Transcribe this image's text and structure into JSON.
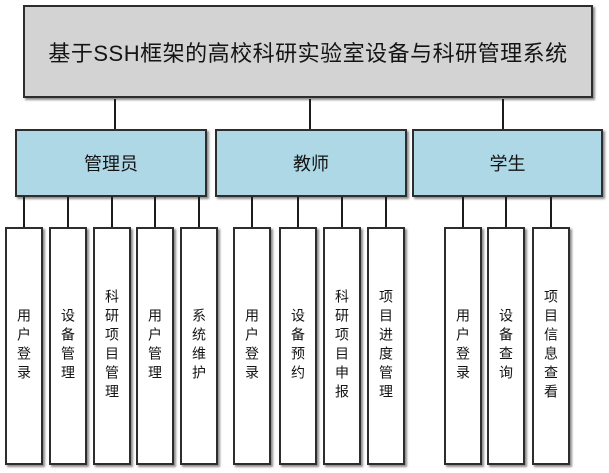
{
  "diagram": {
    "title": "基于SSH框架的高校科研实验室设备与科研管理系统",
    "roles": [
      {
        "label": "管理员",
        "leaves": [
          {
            "label": "用户登录"
          },
          {
            "label": "设备管理"
          },
          {
            "label": "科研项目管理"
          },
          {
            "label": "用户管理"
          },
          {
            "label": "系统维护"
          }
        ]
      },
      {
        "label": "教师",
        "leaves": [
          {
            "label": "用户登录"
          },
          {
            "label": "设备预约"
          },
          {
            "label": "科研项目申报"
          },
          {
            "label": "项目进度管理"
          }
        ]
      },
      {
        "label": "学生",
        "leaves": [
          {
            "label": "用户登录"
          },
          {
            "label": "设备查询"
          },
          {
            "label": "项目信息查看"
          }
        ]
      }
    ],
    "colors": {
      "canvas_bg": "#ffffff",
      "title_bg": "#d3d3d3",
      "role_bg": "#aed8e6",
      "leaf_bg": "#ffffff",
      "border": "#2d2d2d",
      "connector": "#1c1c1c"
    }
  }
}
